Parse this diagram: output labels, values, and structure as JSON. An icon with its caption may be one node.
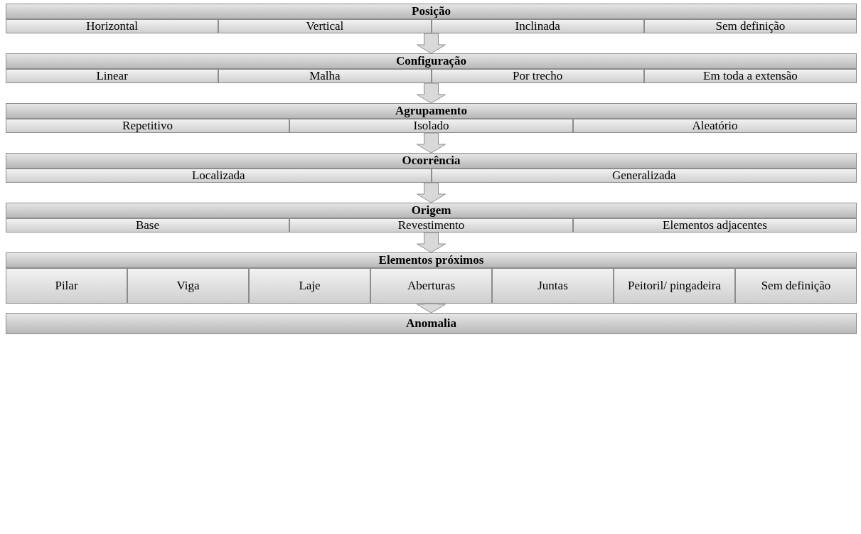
{
  "diagram": {
    "nodes": [
      {
        "text": [
          "Posição"
        ]
      },
      {
        "text": [
          "Horizontal"
        ],
        "in": 0
      },
      {
        "text": [
          "Vertical"
        ],
        "in": 0
      },
      {
        "text": [
          "Inclinada"
        ],
        "in": 0
      },
      {
        "text": [
          "Sem definição"
        ],
        "in": 0
      },
      {
        "text": [
          "Configuração"
        ]
      },
      {
        "text": [
          "Linear"
        ],
        "in": 5
      },
      {
        "text": [
          "Malha"
        ],
        "in": 5
      },
      {
        "text": [
          "Por trecho"
        ],
        "in": 5
      },
      {
        "text": [
          "Em toda a extensão"
        ],
        "in": 5
      },
      {
        "text": [
          "Agrupamento"
        ]
      },
      {
        "text": [
          "Repetitivo"
        ],
        "in": 10
      },
      {
        "text": [
          "Isolado"
        ],
        "in": 10
      },
      {
        "text": [
          "Aleatório"
        ],
        "in": 10
      },
      {
        "text": [
          "Ocorrência"
        ]
      },
      {
        "text": [
          "Localizada"
        ],
        "in": 14
      },
      {
        "text": [
          "Generalizada"
        ],
        "in": 14
      },
      {
        "text": [
          "Origem"
        ]
      },
      {
        "text": [
          "Base"
        ],
        "in": 17
      },
      {
        "text": [
          "Revestimento"
        ],
        "in": 17
      },
      {
        "text": [
          "Elementos adjacentes"
        ],
        "in": 17
      },
      {
        "text": [
          "Elementos próximos"
        ]
      },
      {
        "text": [
          "Pilar"
        ],
        "in": 21
      },
      {
        "text": [
          "Viga"
        ],
        "in": 21
      },
      {
        "text": [
          "Laje"
        ],
        "in": 21
      },
      {
        "text": [
          "Aberturas"
        ],
        "in": 21
      },
      {
        "text": [
          "Juntas"
        ],
        "in": 21
      },
      {
        "text": [
          "Peitoril/ pingadeira"
        ],
        "in": 21
      },
      {
        "text": [
          "Sem definição"
        ],
        "in": 21
      },
      {
        "text": [
          "Anomalia"
        ]
      }
    ],
    "edges": [
      {
        "from": 0,
        "to": 5,
        "arrow": "to"
      },
      {
        "from": 5,
        "to": 10,
        "arrow": "to"
      },
      {
        "from": 10,
        "to": 14,
        "arrow": "to"
      },
      {
        "from": 14,
        "to": 17,
        "arrow": "to"
      },
      {
        "from": 17,
        "to": 21,
        "arrow": "to"
      },
      {
        "from": 21,
        "to": 29,
        "arrow": "to"
      }
    ]
  }
}
